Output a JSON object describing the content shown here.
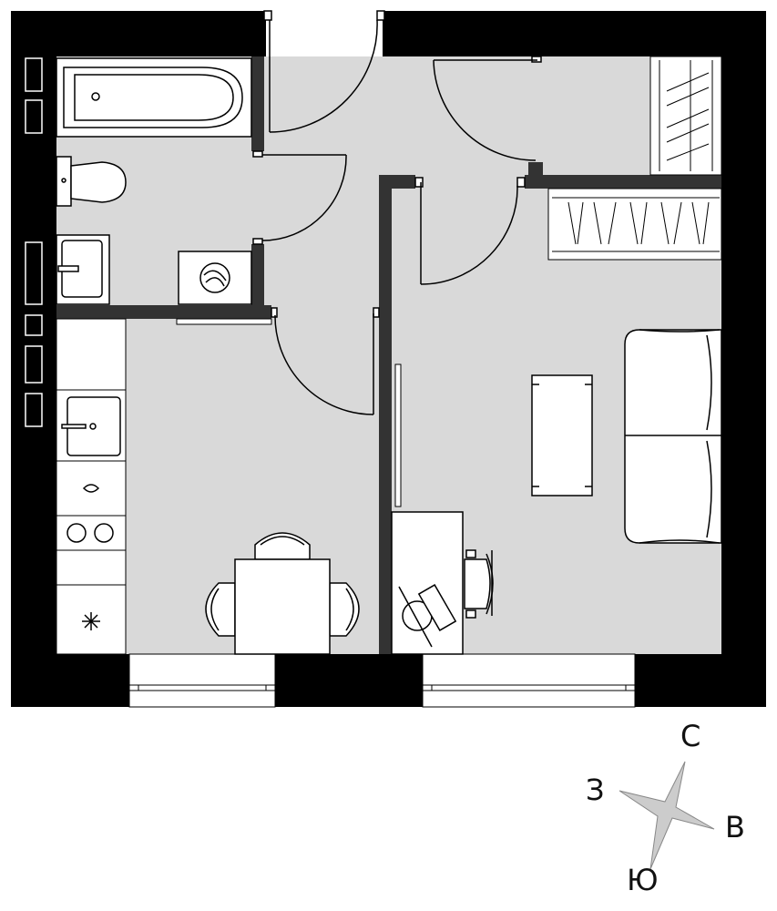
{
  "compass": {
    "north": "С",
    "east": "В",
    "south": "Ю",
    "west": "З"
  },
  "colors": {
    "wall": "#000000",
    "partition": "#333333",
    "floor": "#d9d9d9",
    "fixture": "#ffffff",
    "line": "#000000",
    "compass_fill": "#cccccc"
  },
  "icons": [
    "bathtub-icon",
    "toilet-icon",
    "sink-icon",
    "washing-machine-icon",
    "kitchen-sink-icon",
    "stove-icon",
    "fridge-icon",
    "dining-table-icon",
    "chair-icon",
    "desk-icon",
    "office-chair-icon",
    "sofa-icon",
    "coffee-table-icon",
    "wardrobe-icon",
    "door-icon",
    "window-icon",
    "compass-icon"
  ]
}
